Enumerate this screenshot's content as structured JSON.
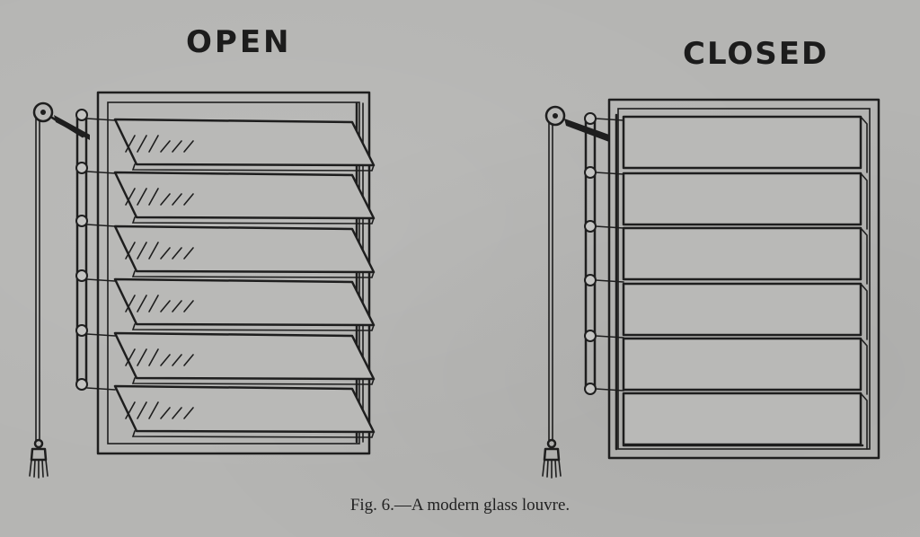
{
  "figure": {
    "open_label": "OPEN",
    "closed_label": "CLOSED",
    "caption": "Fig. 6.—A modern glass louvre."
  },
  "colors": {
    "paper": "#b5b5b3",
    "ink": "#1e1e1e"
  }
}
